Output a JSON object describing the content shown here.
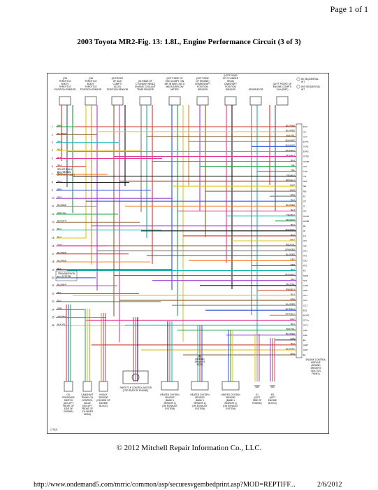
{
  "page_header": "Page 1 of 1",
  "title": "2003 Toyota MR2-Fig. 13: 1.8L, Engine Performance Circuit (3 of 3)",
  "diagram": {
    "top_components": [
      [
        "(ON",
        "THROTTLE",
        "BODY)",
        "THROTTLE",
        "POSITION SENSOR"
      ],
      [
        "(ON",
        "THROTTLE",
        "BODY)",
        "THROTTLE",
        "POSITION SENSOR"
      ],
      [
        "(IN FRONT",
        "OF IDLE",
        "COMPT)",
        "ACCEL",
        "POSITION SENSOR"
      ],
      [
        "(IN REAR OF",
        "CYLINDER HEAD)",
        "ENGINE COOLANT",
        "TEMP SENSOR"
      ],
      [
        "(LEFT SIDE OF",
        "ENG COMPT, ON",
        "AIR INTAKE DUCT)",
        "MASS AIRFLOW",
        "METER"
      ],
      [
        "(LEFT SIDE",
        "OF ENGINE)",
        "CRANKSHAFT",
        "POSITION",
        "SENSOR"
      ],
      [
        "(LEFT REAR",
        "OF CYLINDER",
        "HEAD)",
        "CAMSHAFT",
        "POSITION",
        "SENSOR"
      ],
      [
        "GENERATOR"
      ],
      [
        "(LEFT FRONT OF",
        "ENGINE COMPT)",
        "VVH (EMT)"
      ]
    ],
    "legend": [
      "W/ SEQUENTIAL",
      "INT",
      "W/O SEQUENTIAL",
      "INT"
    ],
    "splice_note": [
      "SPLICE B16 &",
      "B17 (BEHIND",
      "DRIVER'S SEAT)"
    ],
    "left_wires": [
      {
        "n": "1",
        "label": "BRN"
      },
      {
        "n": "2",
        "label": "BLU/RED"
      },
      {
        "n": "3",
        "label": "NCA"
      },
      {
        "n": "4",
        "label": "NCA"
      },
      {
        "n": "5",
        "label": "BLK"
      },
      {
        "n": "6",
        "label": "NCA"
      },
      {
        "n": "7",
        "label": "NCA"
      },
      {
        "n": "8",
        "label": "NCA"
      },
      {
        "n": "9",
        "label": "BRN"
      },
      {
        "n": "10",
        "label": "NCA"
      },
      {
        "n": "11",
        "label": "BLU/RED"
      },
      {
        "n": "12",
        "label": "RED/YEL"
      },
      {
        "n": "13",
        "label": "BLK/WHT"
      },
      {
        "n": "14",
        "label": "BLU"
      },
      {
        "n": "15",
        "label": "BLU"
      },
      {
        "n": "16",
        "label": "WHT"
      },
      {
        "n": "17",
        "label": "BLU/RED"
      },
      {
        "n": "18",
        "label": "BLU/RED"
      },
      {
        "n": "19",
        "label": "BLK"
      },
      {
        "n": "20",
        "label": "BLU"
      },
      {
        "n": "21",
        "label": "BLU/WHT"
      },
      {
        "n": "22",
        "label": "BLK"
      },
      {
        "n": "23",
        "label": "BLU"
      },
      {
        "n": "24",
        "label": "GRN"
      },
      {
        "n": "25",
        "label": "WHT/BLK"
      },
      {
        "n": "26",
        "label": "BLK/YEL"
      }
    ],
    "transmission_label": [
      "TRANSMISSION",
      "SYSTEM"
    ],
    "right_wires": [
      {
        "color": "BLU/RED",
        "pin": "EV0"
      },
      {
        "color": "BLU/RED",
        "pin": "VC"
      },
      {
        "color": "BLK/YEL",
        "pin": "VTA"
      },
      {
        "color": "BLK/WHT",
        "pin": "EVP1"
      },
      {
        "color": "BLK/WHT",
        "pin": "VTA2"
      },
      {
        "color": "WHT/BLK",
        "pin": "EVP2"
      },
      {
        "color": "BLU/BLU",
        "pin": "VTTB"
      },
      {
        "color": "BLU",
        "pin": "VCTB"
      },
      {
        "color": "YEL",
        "pin": "VCL"
      },
      {
        "color": "YEL",
        "pin": "THA"
      },
      {
        "color": "YEL/BLU",
        "pin": "VG"
      },
      {
        "color": "RED/BLU",
        "pin": "G22"
      },
      {
        "color": "WHT",
        "pin": "NE"
      },
      {
        "color": "WHT",
        "pin": "NE-"
      },
      {
        "color": "BRN",
        "pin": "E1"
      },
      {
        "color": "BLU",
        "pin": "G2"
      },
      {
        "color": "BLU/RED",
        "pin": "G-"
      },
      {
        "color": "BLU",
        "pin": "OD"
      },
      {
        "color": "YEL/BLU",
        "pin": "OC2A"
      },
      {
        "color": "YEL/WHT",
        "pin": "OC2B"
      },
      {
        "color": "BLU",
        "pin": "RL"
      },
      {
        "color": "BLK/WHT",
        "pin": "W"
      },
      {
        "color": "BLU",
        "pin": "FC"
      },
      {
        "color": "WHT",
        "pin": "IGT"
      },
      {
        "color": "RED/YEL",
        "pin": "IGF"
      },
      {
        "color": "GRN/RED",
        "pin": "OX1"
      },
      {
        "color": "BLU/RED",
        "pin": "HT1"
      },
      {
        "color": "GRY",
        "pin": "OX2"
      },
      {
        "color": "RED",
        "pin": "HT2"
      },
      {
        "color": "BLK",
        "pin": "E2"
      },
      {
        "color": "BLU/WHT",
        "pin": "NSW"
      },
      {
        "color": "BLK",
        "pin": "STA"
      },
      {
        "color": "BLU/YEL",
        "pin": "THW"
      },
      {
        "color": "PNK/BLU",
        "pin": "SPD"
      },
      {
        "color": "BLU",
        "pin": "CC1"
      },
      {
        "color": "GRN",
        "pin": "CC2"
      },
      {
        "color": "BLU/RED",
        "pin": "CC3"
      },
      {
        "color": "WHT/BLU",
        "pin": "E01"
      },
      {
        "color": "WHT/BLU",
        "pin": "MOP2"
      },
      {
        "color": "WHT",
        "pin": "OCV+"
      },
      {
        "color": "BLU",
        "pin": "OCV-"
      },
      {
        "color": "BLK/YEL",
        "pin": "CSF"
      },
      {
        "color": "BLU/RED",
        "pin": "KNK"
      },
      {
        "color": "GRN",
        "pin": "E1"
      },
      {
        "color": "BLU",
        "pin": "CMP"
      },
      {
        "color": "BLK/GRY",
        "pin": "CMT"
      },
      {
        "color": "BRN",
        "pin": "E1"
      }
    ],
    "ecm_label": [
      "ENGINE CONTROL",
      "MODULE",
      "(BEHIND",
      "DRIVER'S",
      "SEAT ON",
      "PANEL)"
    ],
    "bottom_components": [
      [
        "OIL",
        "PRESSURE",
        "SWITCH",
        "(ON LEFT",
        "FRONT OF",
        "SIDE OF",
        "ENGINE)"
      ],
      [
        "CAMSHAFT",
        "TIMING OIL",
        "CONTROL",
        "VALVE",
        "(ON LEFT",
        "FRONT OF",
        "CYLINDER",
        "HEAD)"
      ],
      [
        "KNOCK",
        "SENSOR",
        "(ON SIDE OF",
        "ENGINE",
        "BLOCK)"
      ],
      [
        "THROTTLE CONTROL MOTOR",
        "(TOP REAR OF ENGINE)"
      ],
      [
        "HEATED OXYGEN",
        "SENSOR",
        "(BANK 1",
        "SENSOR 1)",
        "(ON EXHAUST",
        "SYSTEM)"
      ],
      [
        "HEATED OXYGEN",
        "SENSOR",
        "(BANK 1",
        "SENSOR 2)",
        "(ON EXHAUST",
        "SYSTEM)"
      ],
      [
        "HEATED OXYGEN",
        "SENSOR",
        "(BANK 1",
        "SENSOR 1)",
        "(ON EXHAUST",
        "SYSTEM)"
      ],
      [
        "E1",
        "(LEFT",
        "SIDE OF",
        "ENGINE)"
      ],
      [
        "E8",
        "(LEFT",
        "ENGINE",
        "BLOCK)"
      ]
    ],
    "b_note": [
      "(B)",
      "(BEHIND",
      "DRIVER'S",
      "SEAT)"
    ],
    "figure_id": "177621"
  },
  "copyright": "© 2012 Mitchell Repair Information Co., LLC.",
  "footer_url": "http://www.ondemand5.com/mrric/common/asp/securesvgembedprint.asp?MOD=REPTIFF...",
  "footer_date": "2/6/2012",
  "wire_colors": [
    "#c8372d",
    "#2b4fd6",
    "#1aa33c",
    "#e0c21c",
    "#f07d1d",
    "#9c3fd0",
    "#8a5a2b",
    "#e03a92",
    "#111111",
    "#777777",
    "#17b3b3"
  ]
}
